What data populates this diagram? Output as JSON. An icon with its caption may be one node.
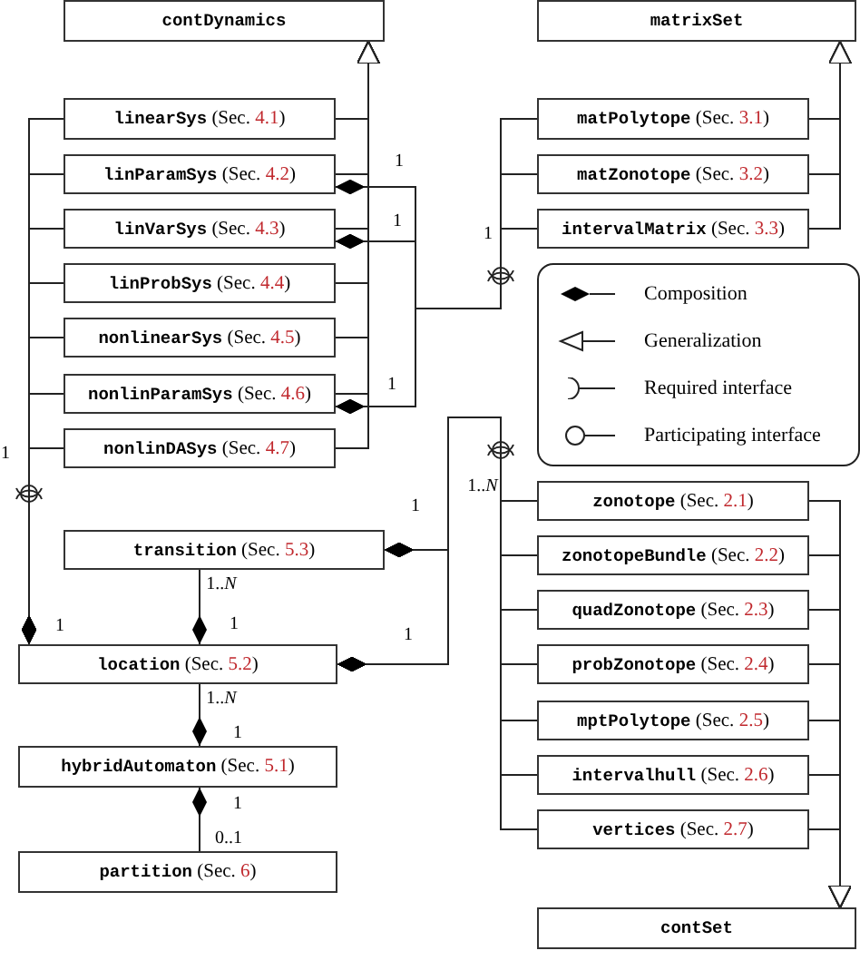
{
  "diagram": {
    "nodes": [
      {
        "text": [
          "contDynamics"
        ]
      },
      {
        "text": [
          "linearSys (Sec. 4.1)"
        ]
      },
      {
        "text": [
          "linParamSys (Sec. 4.2)"
        ]
      },
      {
        "text": [
          "linVarSys (Sec. 4.3)"
        ]
      },
      {
        "text": [
          "linProbSys (Sec. 4.4)"
        ]
      },
      {
        "text": [
          "nonlinearSys (Sec. 4.5)"
        ]
      },
      {
        "text": [
          "nonlinParamSys (Sec. 4.6)"
        ]
      },
      {
        "text": [
          "nonlinDASys (Sec. 4.7)"
        ]
      },
      {
        "text": [
          "matrixSet"
        ]
      },
      {
        "text": [
          "matPolytope (Sec. 3.1)"
        ]
      },
      {
        "text": [
          "matZonotope (Sec. 3.2)"
        ]
      },
      {
        "text": [
          "intervalMatrix (Sec. 3.3)"
        ]
      },
      {
        "text": [
          "transition (Sec. 5.3)"
        ]
      },
      {
        "text": [
          "location (Sec. 5.2)"
        ]
      },
      {
        "text": [
          "hybridAutomaton (Sec. 5.1)"
        ]
      },
      {
        "text": [
          "partition (Sec. 6)"
        ]
      },
      {
        "text": [
          "zonotope (Sec. 2.1)"
        ]
      },
      {
        "text": [
          "zonotopeBundle (Sec. 2.2)"
        ]
      },
      {
        "text": [
          "quadZonotope (Sec. 2.3)"
        ]
      },
      {
        "text": [
          "probZonotope (Sec. 2.4)"
        ]
      },
      {
        "text": [
          "mptPolytope (Sec. 2.5)"
        ]
      },
      {
        "text": [
          "intervalhull (Sec. 2.6)"
        ]
      },
      {
        "text": [
          "vertices (Sec. 2.7)"
        ]
      },
      {
        "text": [
          "contSet"
        ]
      }
    ],
    "edges": [
      {
        "from": 1,
        "to": 0,
        "arrow": "to"
      },
      {
        "from": 2,
        "to": 0,
        "arrow": "to"
      },
      {
        "from": 3,
        "to": 0,
        "arrow": "to"
      },
      {
        "from": 4,
        "to": 0,
        "arrow": "to"
      },
      {
        "from": 5,
        "to": 0,
        "arrow": "to"
      },
      {
        "from": 6,
        "to": 0,
        "arrow": "to"
      },
      {
        "from": 7,
        "to": 0,
        "arrow": "to"
      },
      {
        "from": 9,
        "to": 8,
        "arrow": "to"
      },
      {
        "from": 10,
        "to": 8,
        "arrow": "to"
      },
      {
        "from": 11,
        "to": 8,
        "arrow": "to"
      },
      {
        "from": 16,
        "to": 23,
        "arrow": "to"
      },
      {
        "from": 17,
        "to": 23,
        "arrow": "to"
      },
      {
        "from": 18,
        "to": 23,
        "arrow": "to"
      },
      {
        "from": 19,
        "to": 23,
        "arrow": "to"
      },
      {
        "from": 20,
        "to": 23,
        "arrow": "to"
      },
      {
        "from": 21,
        "to": 23,
        "arrow": "to"
      },
      {
        "from": 22,
        "to": 23,
        "arrow": "to"
      },
      {
        "from": 1,
        "to": 13,
        "arrow": "other"
      },
      {
        "from": 2,
        "to": 13,
        "arrow": "other"
      },
      {
        "from": 3,
        "to": 13,
        "arrow": "other"
      },
      {
        "from": 4,
        "to": 13,
        "arrow": "other"
      },
      {
        "from": 5,
        "to": 13,
        "arrow": "other"
      },
      {
        "from": 6,
        "to": 13,
        "arrow": "other"
      },
      {
        "from": 7,
        "to": 13,
        "arrow": "other"
      },
      {
        "from": 9,
        "to": 2,
        "arrow": "other"
      },
      {
        "from": 9,
        "to": 3,
        "arrow": "other"
      },
      {
        "from": 9,
        "to": 6,
        "arrow": "other"
      },
      {
        "from": 10,
        "to": 2,
        "arrow": "other"
      },
      {
        "from": 10,
        "to": 3,
        "arrow": "other"
      },
      {
        "from": 10,
        "to": 6,
        "arrow": "other"
      },
      {
        "from": 11,
        "to": 2,
        "arrow": "other"
      },
      {
        "from": 11,
        "to": 3,
        "arrow": "other"
      },
      {
        "from": 11,
        "to": 6,
        "arrow": "other"
      },
      {
        "from": 16,
        "to": 12,
        "arrow": "other"
      },
      {
        "from": 16,
        "to": 13,
        "arrow": "other"
      },
      {
        "from": 17,
        "to": 12,
        "arrow": "other"
      },
      {
        "from": 17,
        "to": 13,
        "arrow": "other"
      },
      {
        "from": 18,
        "to": 12,
        "arrow": "other"
      },
      {
        "from": 18,
        "to": 13,
        "arrow": "other"
      },
      {
        "from": 19,
        "to": 12,
        "arrow": "other"
      },
      {
        "from": 19,
        "to": 13,
        "arrow": "other"
      },
      {
        "from": 20,
        "to": 12,
        "arrow": "other"
      },
      {
        "from": 20,
        "to": 13,
        "arrow": "other"
      },
      {
        "from": 21,
        "to": 12,
        "arrow": "other"
      },
      {
        "from": 21,
        "to": 13,
        "arrow": "other"
      },
      {
        "from": 22,
        "to": 12,
        "arrow": "other"
      },
      {
        "from": 22,
        "to": 13,
        "arrow": "other"
      },
      {
        "from": 12,
        "to": 13,
        "arrow": "other"
      },
      {
        "from": 13,
        "to": 14,
        "arrow": "other"
      },
      {
        "from": 15,
        "to": 14,
        "arrow": "other"
      }
    ],
    "labels": [
      "1",
      "1",
      "1",
      "1",
      "1",
      "1..*N*",
      "1",
      "1..*N*",
      "1",
      "1",
      "1",
      "1..*N*",
      "1",
      "1",
      "0..1"
    ],
    "legend": [
      {
        "text": "Composition"
      },
      {
        "text": "Generalization"
      },
      {
        "text": "Required interface"
      },
      {
        "text": "Participating interface"
      }
    ]
  }
}
